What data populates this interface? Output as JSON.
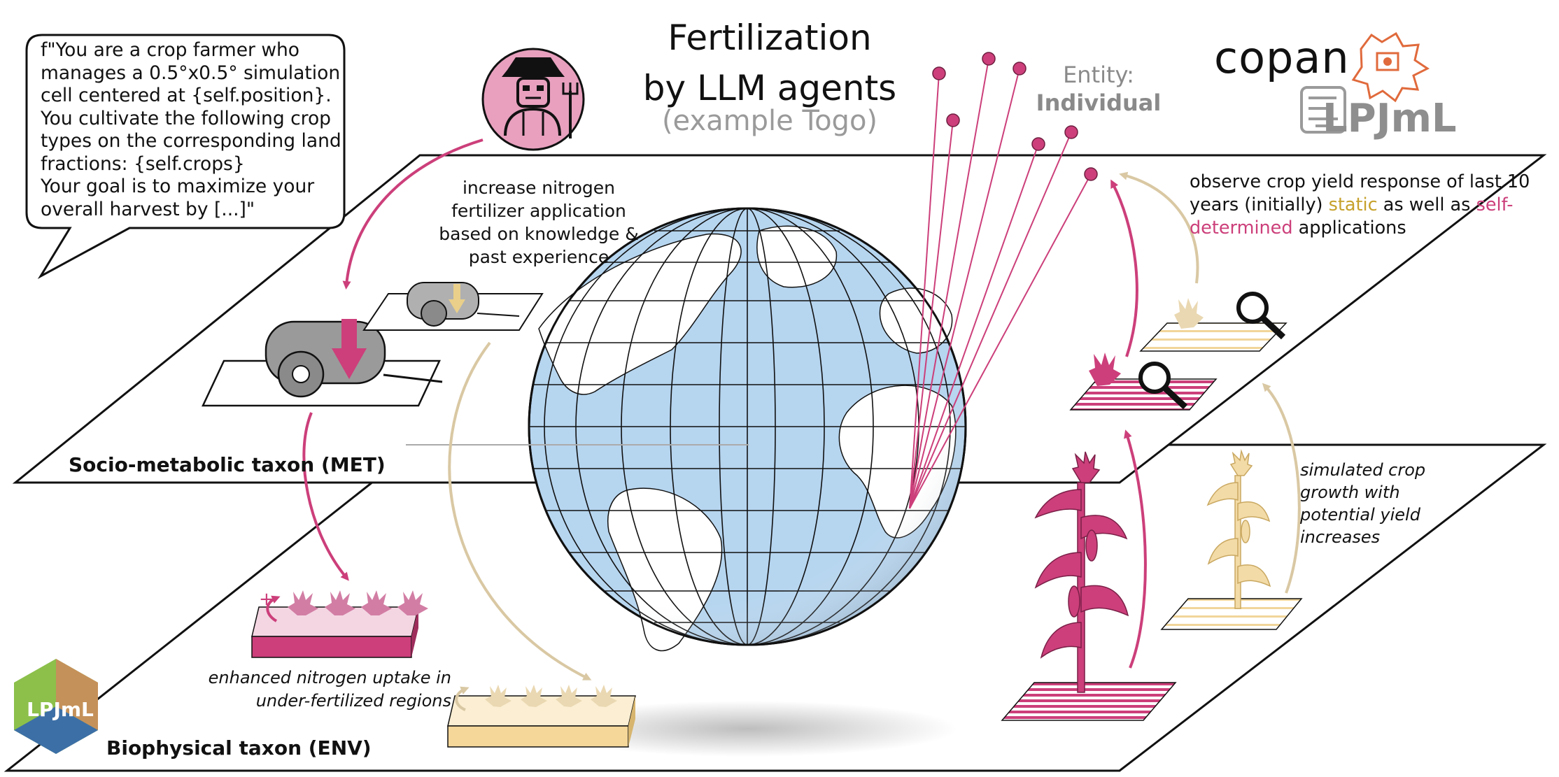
{
  "title": [
    "Fertilization",
    "by LLM agents"
  ],
  "subtitle": "(example Togo)",
  "entity": {
    "label": "Entity:",
    "value": "Individual"
  },
  "prompt_bubble": {
    "text": "f\"You are a crop farmer who\nmanages a 0.5°x0.5° simulation\ncell centered at {self.position}.\nYou cultivate the following crop\ntypes on the corresponding land\nfractions: {self.crops}\nYour goal is to maximize your\noverall harvest by [...]\""
  },
  "agent_action": "increase nitrogen\nfertilizer application\nbased on knowledge &\npast experience",
  "observation": {
    "prefix": "observe crop yield response of last 10 years (initially) ",
    "static_word": "static",
    "middle": " as well as ",
    "self_word": "self-determined",
    "suffix": " applications"
  },
  "simulation_note": "simulated crop\ngrowth with\npotential yield\nincreases",
  "uptake_note": "enhanced nitrogen uptake in\nunder-fertilized regions",
  "layers": {
    "met": "Socio-metabolic taxon (MET)",
    "env": "Biophysical taxon (ENV)"
  },
  "logos": {
    "copan": "copan",
    "lpjml": "LPJmL",
    "lpjml_hex": "LPJmL"
  },
  "plus_sign": "+",
  "colors": {
    "magenta": "#cc3f7a",
    "pink_light": "#e8a0be",
    "beige": "#d9c8a3",
    "gold": "#c6a12c",
    "ocean": "#b6d5ef",
    "land": "#ffffff",
    "gray_text": "#9a9a9a"
  },
  "icons": [
    "farmer-icon",
    "fertilizer-tank-icon",
    "magnifier-icon",
    "maize-plant-icon",
    "wheat-sprout-icon",
    "globe-icon",
    "copan-logo-icon",
    "lpjml-logo-icon"
  ]
}
